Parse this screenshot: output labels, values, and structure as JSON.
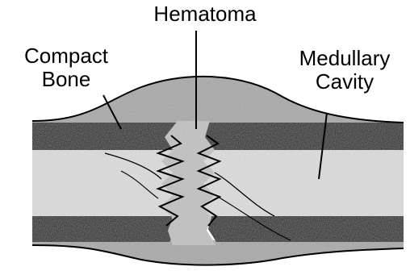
{
  "labels": {
    "hematoma": "Hematoma",
    "compact_bone": [
      "Compact",
      "Bone"
    ],
    "medullary_cavity": [
      "Medullary",
      "Cavity"
    ]
  },
  "colors": {
    "cortex": "#161616",
    "marrow": "#dedede",
    "callus": "#a8a8a8",
    "hematoma": "#c2c2c2",
    "outline": "#000000"
  }
}
